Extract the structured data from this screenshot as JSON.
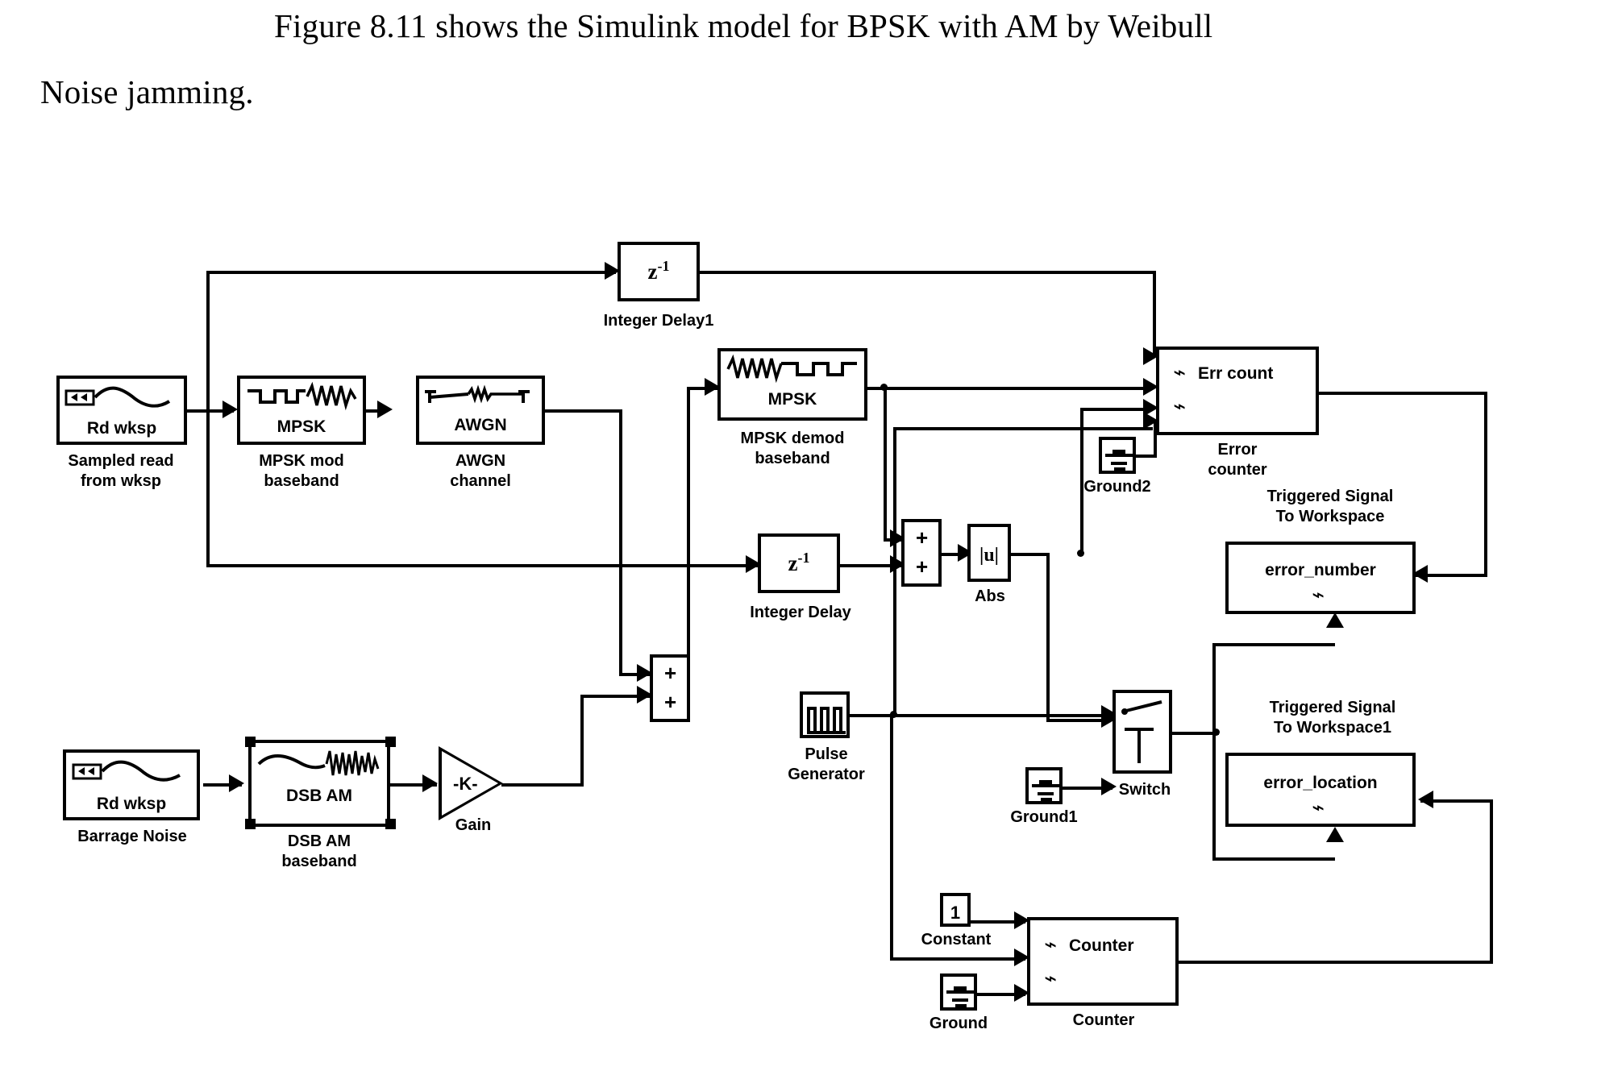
{
  "caption": {
    "line1": "Figure 8.11 shows the Simulink model for BPSK with AM by Weibull",
    "line2": "Noise jamming."
  },
  "diagram": {
    "type": "simulink-block-diagram",
    "title": "BPSK with AM by Weibull Noise jamming Simulink model",
    "colors": {
      "line": "#000000",
      "background": "#ffffff"
    },
    "blocks": [
      {
        "id": "rd_wksp_signal",
        "title": "Rd wksp",
        "label": "Sampled read\nfrom wksp",
        "icon": "from-workspace-waveform-icon"
      },
      {
        "id": "mpsk_mod",
        "title": "MPSK",
        "label": "MPSK mod\nbaseband",
        "icon": "digital-to-sine-icon"
      },
      {
        "id": "awgn",
        "title": "AWGN",
        "label": "AWGN\nchannel",
        "icon": "noisy-line-icon"
      },
      {
        "id": "integer_delay1",
        "title": "z",
        "title_sup": "-1",
        "label": "Integer Delay1",
        "icon": "unit-delay-icon"
      },
      {
        "id": "mpsk_demod",
        "title": "MPSK",
        "label": "MPSK demod\nbaseband",
        "icon": "sine-to-digital-icon"
      },
      {
        "id": "integer_delay",
        "title": "z",
        "title_sup": "-1",
        "label": "Integer Delay",
        "icon": "unit-delay-icon"
      },
      {
        "id": "sum_err",
        "title": "+",
        "title2": "+",
        "label": "",
        "icon": "sum-block-icon"
      },
      {
        "id": "abs",
        "title": "|u|",
        "label": "Abs",
        "icon": "absolute-value-icon"
      },
      {
        "id": "err_count",
        "title": "Err count",
        "label": "Error\ncounter",
        "icon": "triggered-counter-icon"
      },
      {
        "id": "ground2",
        "title": "",
        "label": "Ground2",
        "icon": "ground-icon"
      },
      {
        "id": "error_number",
        "title": "error_number",
        "label": "Triggered Signal\nTo Workspace",
        "icon": "triggered-to-workspace-icon"
      },
      {
        "id": "error_location",
        "title": "error_location",
        "label": "Triggered Signal\nTo Workspace1",
        "icon": "triggered-to-workspace-icon"
      },
      {
        "id": "barrage_noise",
        "title": "Rd wksp",
        "label": "Barrage Noise",
        "icon": "from-workspace-waveform-icon"
      },
      {
        "id": "dsb_am",
        "title": "DSB AM",
        "label": "DSB AM\nbaseband",
        "icon": "am-modulated-noise-icon",
        "selected": true
      },
      {
        "id": "gain",
        "title": "-K-",
        "label": "Gain",
        "icon": "gain-triangle-icon"
      },
      {
        "id": "sum_jam",
        "title": "+",
        "title2": "+",
        "label": "",
        "icon": "sum-block-icon"
      },
      {
        "id": "pulse_generator",
        "title": "",
        "label": "Pulse\nGenerator",
        "icon": "pulse-train-icon"
      },
      {
        "id": "switch",
        "title": "",
        "label": "Switch",
        "icon": "switch-icon"
      },
      {
        "id": "ground1",
        "title": "",
        "label": "Ground1",
        "icon": "ground-icon"
      },
      {
        "id": "constant",
        "title": "1",
        "label": "Constant",
        "icon": "constant-icon"
      },
      {
        "id": "counter",
        "title": "Counter",
        "label": "Counter",
        "icon": "triggered-counter-icon"
      },
      {
        "id": "ground",
        "title": "",
        "label": "Ground",
        "icon": "ground-icon"
      }
    ]
  }
}
